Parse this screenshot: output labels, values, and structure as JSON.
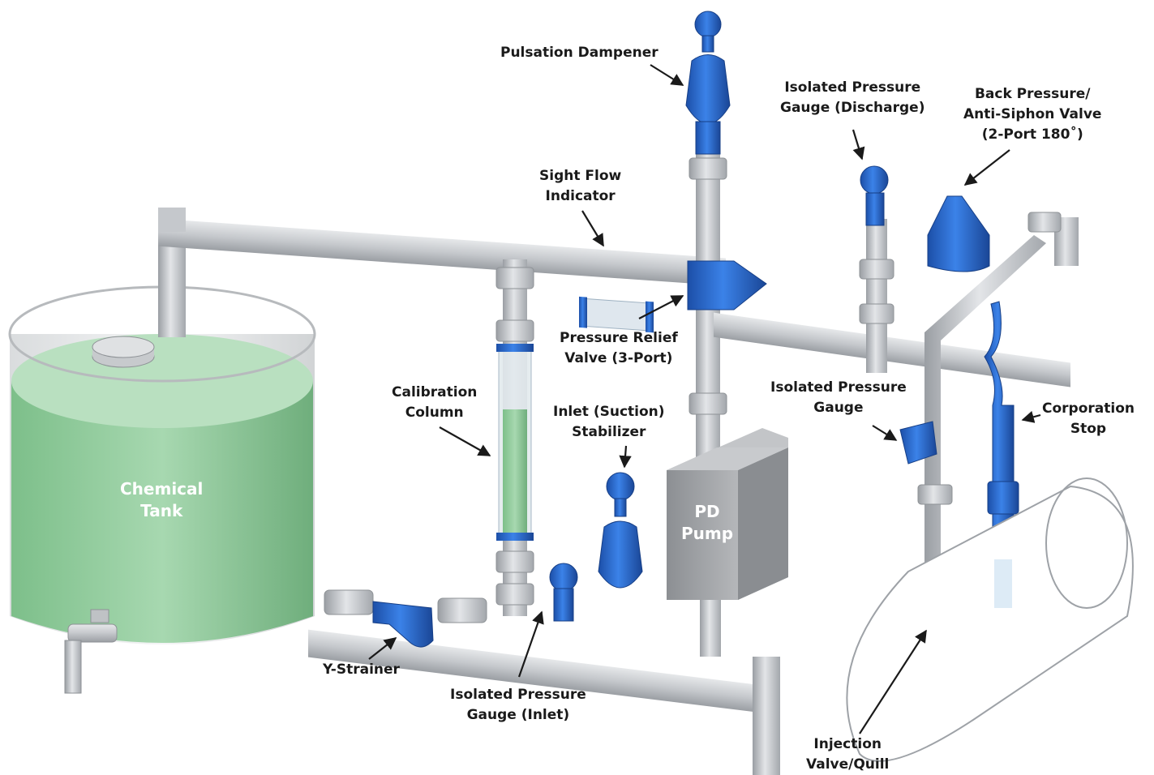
{
  "colors": {
    "pipe": "#c9ccd0",
    "pipe_dark": "#9ea2a7",
    "blue": "#2d6fd6",
    "blue_dark": "#1b4fa5",
    "fluid": "#8fcb9a",
    "pump": "#a7a9ac",
    "text": "#1a1a1a"
  },
  "labels": {
    "pulsation_dampener": "Pulsation Dampener",
    "gauge_discharge": [
      "Isolated Pressure",
      "Gauge (Discharge)"
    ],
    "back_pressure": [
      "Back Pressure/",
      "Anti-Siphon Valve",
      "(2-Port 180˚)"
    ],
    "sight_flow": [
      "Sight Flow",
      "Indicator"
    ],
    "pressure_relief": [
      "Pressure Relief",
      "Valve (3-Port)"
    ],
    "gauge_mid": [
      "Isolated Pressure",
      "Gauge"
    ],
    "corporation_stop": [
      "Corporation",
      "Stop"
    ],
    "calibration_column": [
      "Calibration",
      "Column"
    ],
    "inlet_stabilizer": [
      "Inlet (Suction)",
      "Stabilizer"
    ],
    "chemical_tank": [
      "Chemical",
      "Tank"
    ],
    "pd_pump": [
      "PD",
      "Pump"
    ],
    "y_strainer": "Y-Strainer",
    "gauge_inlet": [
      "Isolated Pressure",
      "Gauge (Inlet)"
    ],
    "injection_quill": [
      "Injection",
      "Valve/Quill"
    ]
  }
}
